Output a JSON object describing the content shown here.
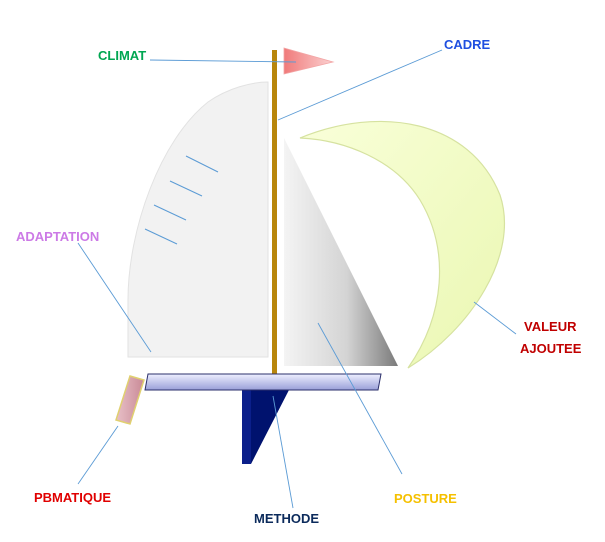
{
  "labels": {
    "climat": "CLIMAT",
    "cadre": "CADRE",
    "adaptation": "ADAPTATION",
    "valeur": "VALEUR",
    "ajoutee": "AJOUTEE",
    "pbmatique": "PBMATIQUE",
    "posture": "POSTURE",
    "methode": "METHODE"
  },
  "colors": {
    "climat": "#00a651",
    "cadre": "#1f4fe0",
    "adaptation": "#cc7ae6",
    "valeur_ajoutee": "#c00000",
    "pbmatique": "#e00000",
    "posture": "#f5c000",
    "methode": "#0b2a5b",
    "leader_line": "#5b9bd5",
    "mast": "#b8860b",
    "keel": "#0b1f8a",
    "flag": "#f48a8a",
    "spinnaker": "#f2fbc8"
  }
}
